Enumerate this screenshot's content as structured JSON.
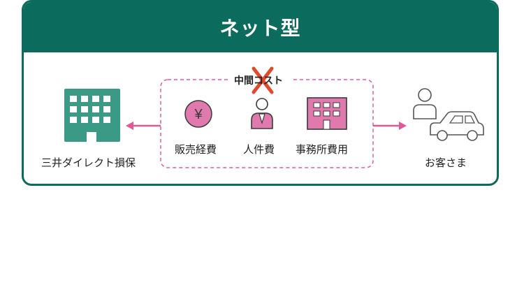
{
  "header": {
    "title": "ネット型"
  },
  "company": {
    "label": "三井ダイレクト損保",
    "icon": "building-icon",
    "color": "#3a9a86"
  },
  "middle_cost": {
    "label": "中間コスト",
    "status": "removed",
    "cross_color": "#e0492a",
    "items": [
      {
        "label": "販売経費",
        "icon": "yen-coin-icon"
      },
      {
        "label": "人件費",
        "icon": "person-icon"
      },
      {
        "label": "事務所費用",
        "icon": "office-building-icon"
      }
    ]
  },
  "customer": {
    "label": "お客さま",
    "icons": [
      "person-icon",
      "car-icon"
    ]
  },
  "colors": {
    "brand": "#0b6b5c",
    "accent_pink": "#e05a9a",
    "dashed_border": "#e05a9a"
  }
}
